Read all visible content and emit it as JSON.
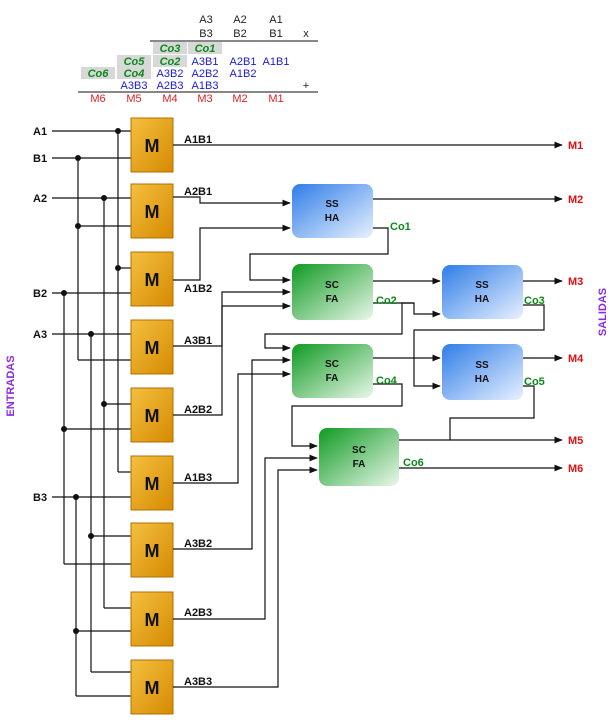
{
  "table": {
    "row1": [
      "A3",
      "A2",
      "A1"
    ],
    "row2": [
      "B3",
      "B2",
      "B1"
    ],
    "times": "x",
    "carry_row1": [
      "Co3",
      "Co1"
    ],
    "carry_row2": [
      "Co5",
      "Co2"
    ],
    "pp_row1": [
      "A3B1",
      "A2B1",
      "A1B1"
    ],
    "carry_row3": [
      "Co6",
      "Co4"
    ],
    "pp_row2": [
      "A3B2",
      "A2B2",
      "A1B2"
    ],
    "pp_row3": [
      "A3B3",
      "A2B3",
      "A1B3"
    ],
    "plus": "+",
    "results": [
      "M6",
      "M5",
      "M4",
      "M3",
      "M2",
      "M1"
    ]
  },
  "inputs": {
    "a1": "A1",
    "b1": "B1",
    "a2": "A2",
    "b2": "B2",
    "a3": "A3",
    "b3": "B3"
  },
  "multiplier_label": "M",
  "products": {
    "p1": "A1B1",
    "p2": "A2B1",
    "p3": "A1B2",
    "p4": "A3B1",
    "p5": "A2B2",
    "p6": "A1B3",
    "p7": "A3B2",
    "p8": "A2B3",
    "p9": "A3B3"
  },
  "adders": {
    "ha1": [
      "SS",
      "HA"
    ],
    "fa1": [
      "SC",
      "FA"
    ],
    "ha2": [
      "SS",
      "HA"
    ],
    "fa2": [
      "SC",
      "FA"
    ],
    "ha3": [
      "SS",
      "HA"
    ],
    "fa3": [
      "SC",
      "FA"
    ]
  },
  "carries": {
    "co1": "Co1",
    "co2": "Co2",
    "co3": "Co3",
    "co4": "Co4",
    "co5": "Co5",
    "co6": "Co6"
  },
  "outputs": {
    "m1": "M1",
    "m2": "M2",
    "m3": "M3",
    "m4": "M4",
    "m5": "M5",
    "m6": "M6"
  },
  "side_labels": {
    "inputs": "ENTRADAS",
    "outputs": "SALIDAS"
  },
  "colors": {
    "multiplier": "#e8a000",
    "half_adder": "#3a86f0",
    "full_adder": "#18a02a",
    "output_text": "#e01010",
    "carry_text": "#0a8a1a",
    "product_text": "#1a1adb",
    "side_text": "#8a2be2"
  }
}
